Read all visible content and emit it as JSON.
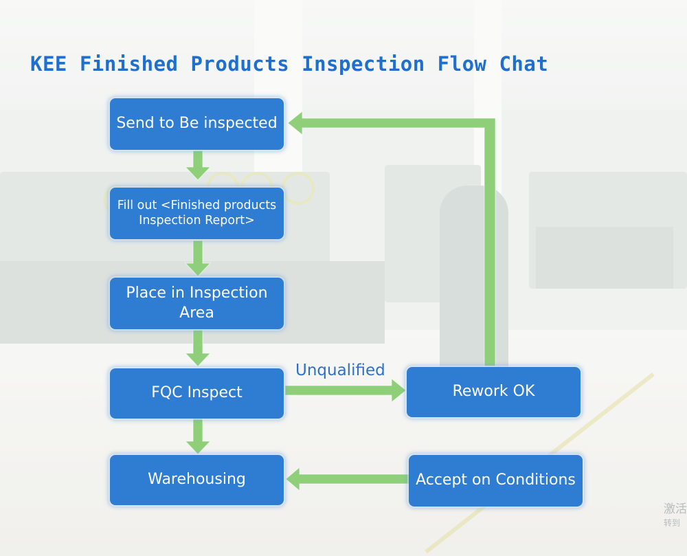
{
  "title": "KEE Finished Products Inspection Flow Chat",
  "nodes": {
    "send": "Send to Be inspected",
    "fill": "Fill out <Finished products Inspection Report>",
    "place": "Place in Inspection Area",
    "fqc": "FQC Inspect",
    "rework": "Rework OK",
    "warehousing": "Warehousing",
    "accept": "Accept on Conditions"
  },
  "edge_labels": {
    "unqualified": "Unqualified"
  },
  "watermark": {
    "line1": "激活",
    "line2": "转到"
  },
  "colors": {
    "box": "#2f7dd2",
    "arrow": "#8fcf7a",
    "title": "#1f6fd0",
    "label": "#2f70c8"
  }
}
